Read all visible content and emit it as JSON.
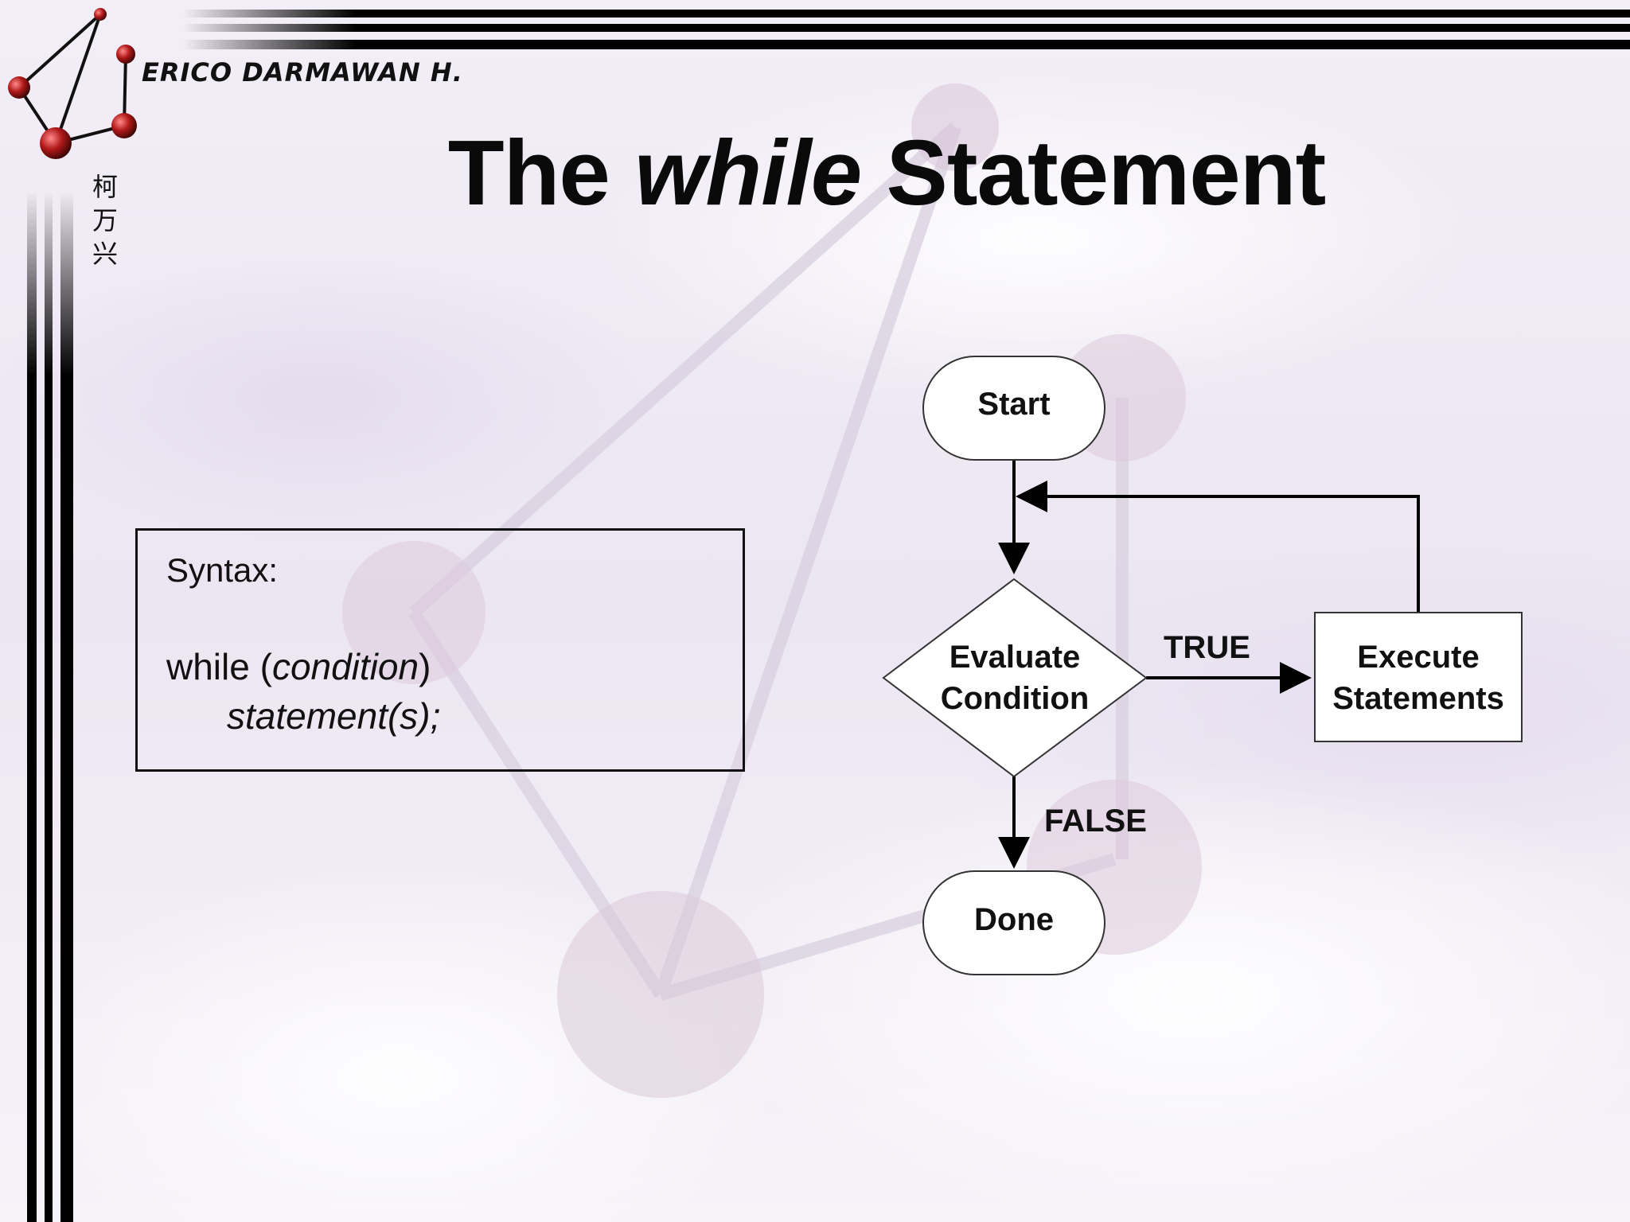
{
  "header": {
    "author": "ERICO DARMAWAN H.",
    "cjk_name": [
      "柯",
      "万",
      "兴"
    ]
  },
  "title": {
    "part1": "The ",
    "part2": "while",
    "part3": " Statement"
  },
  "syntax": {
    "label": "Syntax:",
    "line1_keyword": "while (",
    "line1_condition": "condition",
    "line1_close": ")",
    "line2": "statement(s);"
  },
  "flowchart": {
    "start": "Start",
    "decision_line1": "Evaluate",
    "decision_line2": "Condition",
    "true_label": "TRUE",
    "action_line1": "Execute",
    "action_line2": "Statements",
    "false_label": "FALSE",
    "end": "Done"
  },
  "colors": {
    "border_stripes": "#000000",
    "logo_nodes": "#b01818",
    "background": "#f3eff8"
  }
}
